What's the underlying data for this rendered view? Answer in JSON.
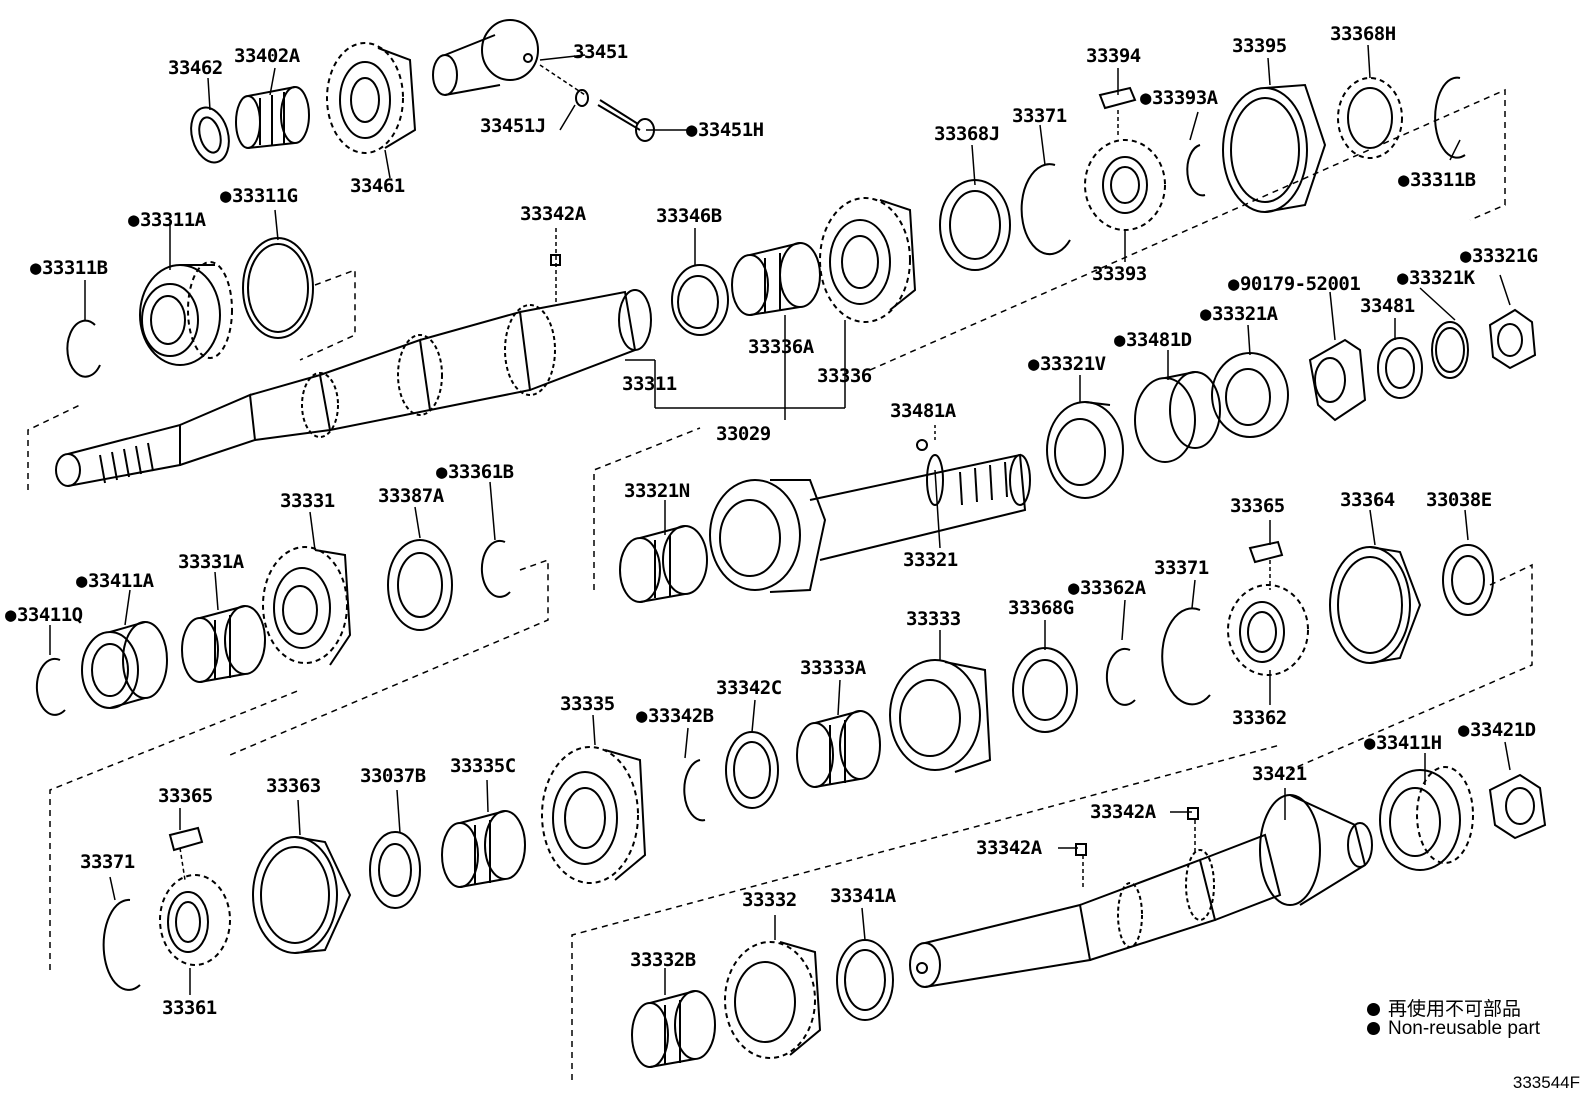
{
  "labels": {
    "p33462": "33462",
    "p33402A": "33402A",
    "p33451": "33451",
    "p33451J": "33451J",
    "p33451H": "33451H",
    "p33461": "33461",
    "p33311A": "33311A",
    "p33311G": "33311G",
    "p33311B_left": "33311B",
    "p33342A_top": "33342A",
    "p33346B": "33346B",
    "p33336A": "33336A",
    "p33336": "33336",
    "p33311": "33311",
    "p33029": "33029",
    "p33368J": "33368J",
    "p33371_top": "33371",
    "p33394": "33394",
    "p33393A": "33393A",
    "p33393": "33393",
    "p33395": "33395",
    "p33368H": "33368H",
    "p33311B_right": "33311B",
    "p90179": "90179-52001",
    "p33321K": "33321K",
    "p33321G": "33321G",
    "p33481": "33481",
    "p33321A": "33321A",
    "p33481D": "33481D",
    "p33321V": "33321V",
    "p33481A": "33481A",
    "p33321N": "33321N",
    "p33321": "33321",
    "p33331": "33331",
    "p33387A": "33387A",
    "p33361B": "33361B",
    "p33411A": "33411A",
    "p33331A": "33331A",
    "p33411Q": "33411Q",
    "p33365_right": "33365",
    "p33364": "33364",
    "p33038E": "33038E",
    "p33333": "33333",
    "p33368G": "33368G",
    "p33362A": "33362A",
    "p33371_mid": "33371",
    "p33362": "33362",
    "p33335": "33335",
    "p33342B": "33342B",
    "p33342C": "33342C",
    "p33333A": "33333A",
    "p33411H": "33411H",
    "p33421D": "33421D",
    "p33421": "33421",
    "p33342A_r1": "33342A",
    "p33342A_r2": "33342A",
    "p33365_left": "33365",
    "p33363": "33363",
    "p33037B": "33037B",
    "p33335C": "33335C",
    "p33371_left": "33371",
    "p33361": "33361",
    "p33332": "33332",
    "p33341A": "33341A",
    "p33332B": "33332B"
  },
  "legend": {
    "line1": "再使用不可部品",
    "line2": "Non-reusable part"
  },
  "diagram_code": "333544F"
}
